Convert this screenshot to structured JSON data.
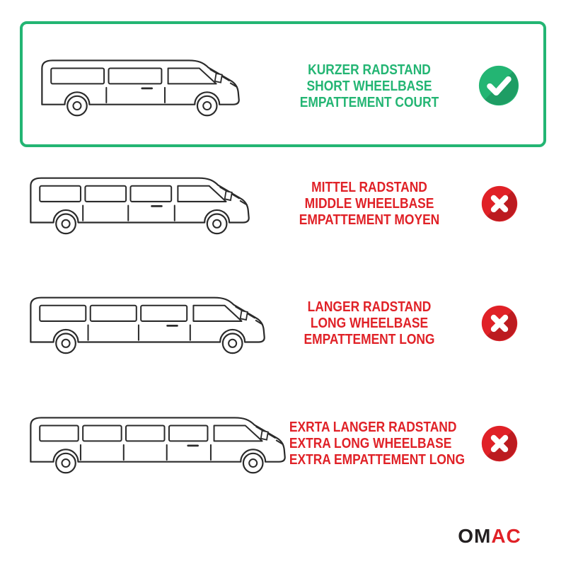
{
  "options": [
    {
      "lines": [
        "KURZER RADSTAND",
        "SHORT WHEELBASE",
        "EMPATTEMENT COURT"
      ],
      "selected": true,
      "status": "check"
    },
    {
      "lines": [
        "MITTEL RADSTAND",
        "MIDDLE WHEELBASE",
        "EMPATTEMENT MOYEN"
      ],
      "selected": false,
      "status": "cross"
    },
    {
      "lines": [
        "LANGER RADSTAND",
        "LONG WHEELBASE",
        "EMPATTEMENT LONG"
      ],
      "selected": false,
      "status": "cross"
    },
    {
      "lines": [
        "EXRTA LANGER RADSTAND",
        "EXTRA LONG WHEELBASE",
        "EXTRA EMPATTEMENT LONG"
      ],
      "selected": false,
      "status": "cross"
    }
  ],
  "vans": [
    {
      "name": "short-wheelbase-van",
      "windows": 2
    },
    {
      "name": "middle-wheelbase-van",
      "windows": 3
    },
    {
      "name": "long-wheelbase-van",
      "windows": 3
    },
    {
      "name": "extra-long-wheelbase-van",
      "windows": 4
    }
  ],
  "icons": {
    "selected": "check-icon",
    "rejected": "cross-icon"
  },
  "colors": {
    "selected_green": "#23B573",
    "rejected_red": "#E02127",
    "line_art": "#2B2B2B",
    "logo_dark": "#231F20",
    "logo_red": "#E02127"
  },
  "logo": {
    "black": "OM",
    "red": "AC"
  }
}
